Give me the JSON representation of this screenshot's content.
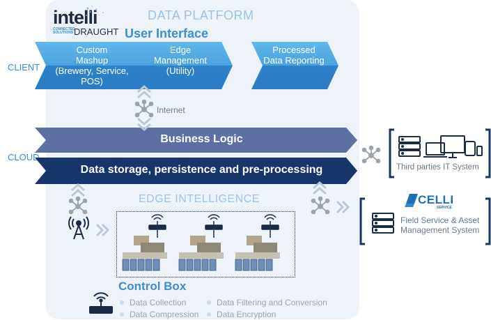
{
  "logo": {
    "word1": "intelli",
    "word2": "DRAUGHT",
    "sub_line1": "CONNECTED",
    "sub_line2": "SOLUTIONS"
  },
  "platform": {
    "title": "DATA PLATFORM",
    "user_interface": "User Interface"
  },
  "labels": {
    "client": "CLIENT",
    "cloud": "CLOUD",
    "internet": "Internet"
  },
  "client_chevrons": [
    {
      "line1": "Custom",
      "line2": "Mashup",
      "line3": "(Brewery, Service,",
      "line4": "POS)"
    },
    {
      "line1": "Edge",
      "line2": "Management",
      "line3": "(Utility)"
    },
    {
      "line1": "Processed",
      "line2": "Data Reporting"
    }
  ],
  "bands": {
    "business_logic": "Business Logic",
    "data_storage": "Data storage, persistence and pre-processing"
  },
  "edge": {
    "title": "EDGE INTELLIGENCE",
    "control_box": "Control Box"
  },
  "features": {
    "left": [
      "Data Collection",
      "Data Compression"
    ],
    "right": [
      "Data Filtering and Conversion",
      "Data Encryption"
    ]
  },
  "third_party": {
    "label": "Third parties IT System"
  },
  "celli": {
    "logo_text": "CELLI",
    "logo_sub": "SERVICE",
    "label_line1": "Field Service & Asset",
    "label_line2": "Management System"
  },
  "colors": {
    "accent_blue": "#3b8ed2",
    "chevron_top": "#5ab0e6",
    "chevron_bottom": "#2d7fc8",
    "business_logic": "#5d6fa3",
    "data_storage": "#15356b",
    "dark_navy": "#1a2b47"
  }
}
